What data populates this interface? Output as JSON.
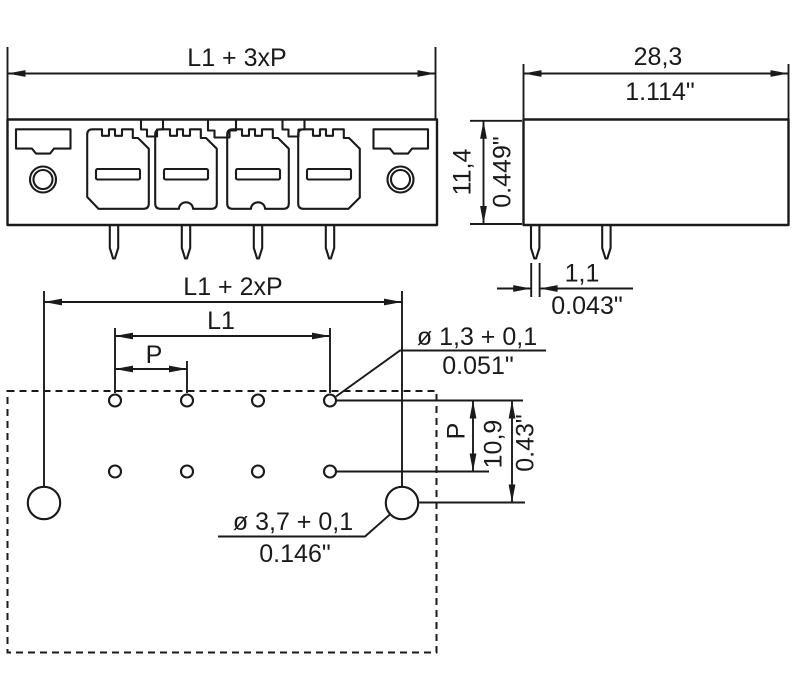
{
  "drawing": {
    "colors": {
      "line": "#1a1a1a",
      "background": "#ffffff"
    },
    "front_view": {
      "dim_total_width": "L1 + 3xP"
    },
    "side_view": {
      "width_mm": "28,3",
      "width_in": "1.114\"",
      "height_mm": "11,4",
      "height_in": "0.449\"",
      "pin_width_mm": "1,1",
      "pin_width_in": "0.043\""
    },
    "footprint": {
      "dim_outer_span": "L1 + 2xP",
      "dim_l1": "L1",
      "dim_pitch": "P",
      "dim_row_pitch": "P",
      "row_offset_mm": "10,9",
      "row_offset_in": "0.43\"",
      "small_hole_mm": "ø 1,3 + 0,1",
      "small_hole_in": "0.051\"",
      "large_hole_mm": "ø 3,7 + 0,1",
      "large_hole_in": "0.146\""
    }
  }
}
